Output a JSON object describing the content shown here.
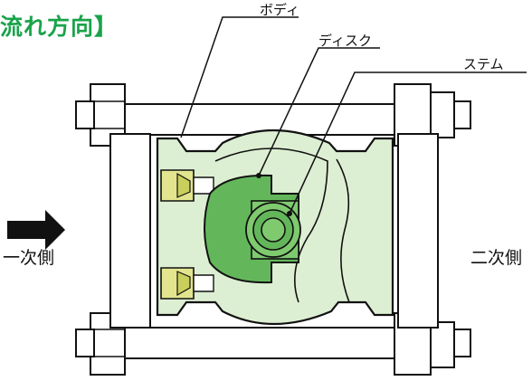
{
  "heading": {
    "text": "流れ方向】",
    "color": "#19a34a"
  },
  "labels": {
    "body": "ボディ",
    "disc": "ディスク",
    "stem": "ステム",
    "primary_side": "一次側",
    "secondary_side": "二次側"
  },
  "colors": {
    "body_fill": "#ddefd3",
    "disc_fill": "#63b75a",
    "stem_fill": "#7fca6f",
    "seat_fill": "#e2e58e",
    "flange_fill": "#ffffff",
    "outline": "#111111",
    "arrow": "#111111"
  }
}
